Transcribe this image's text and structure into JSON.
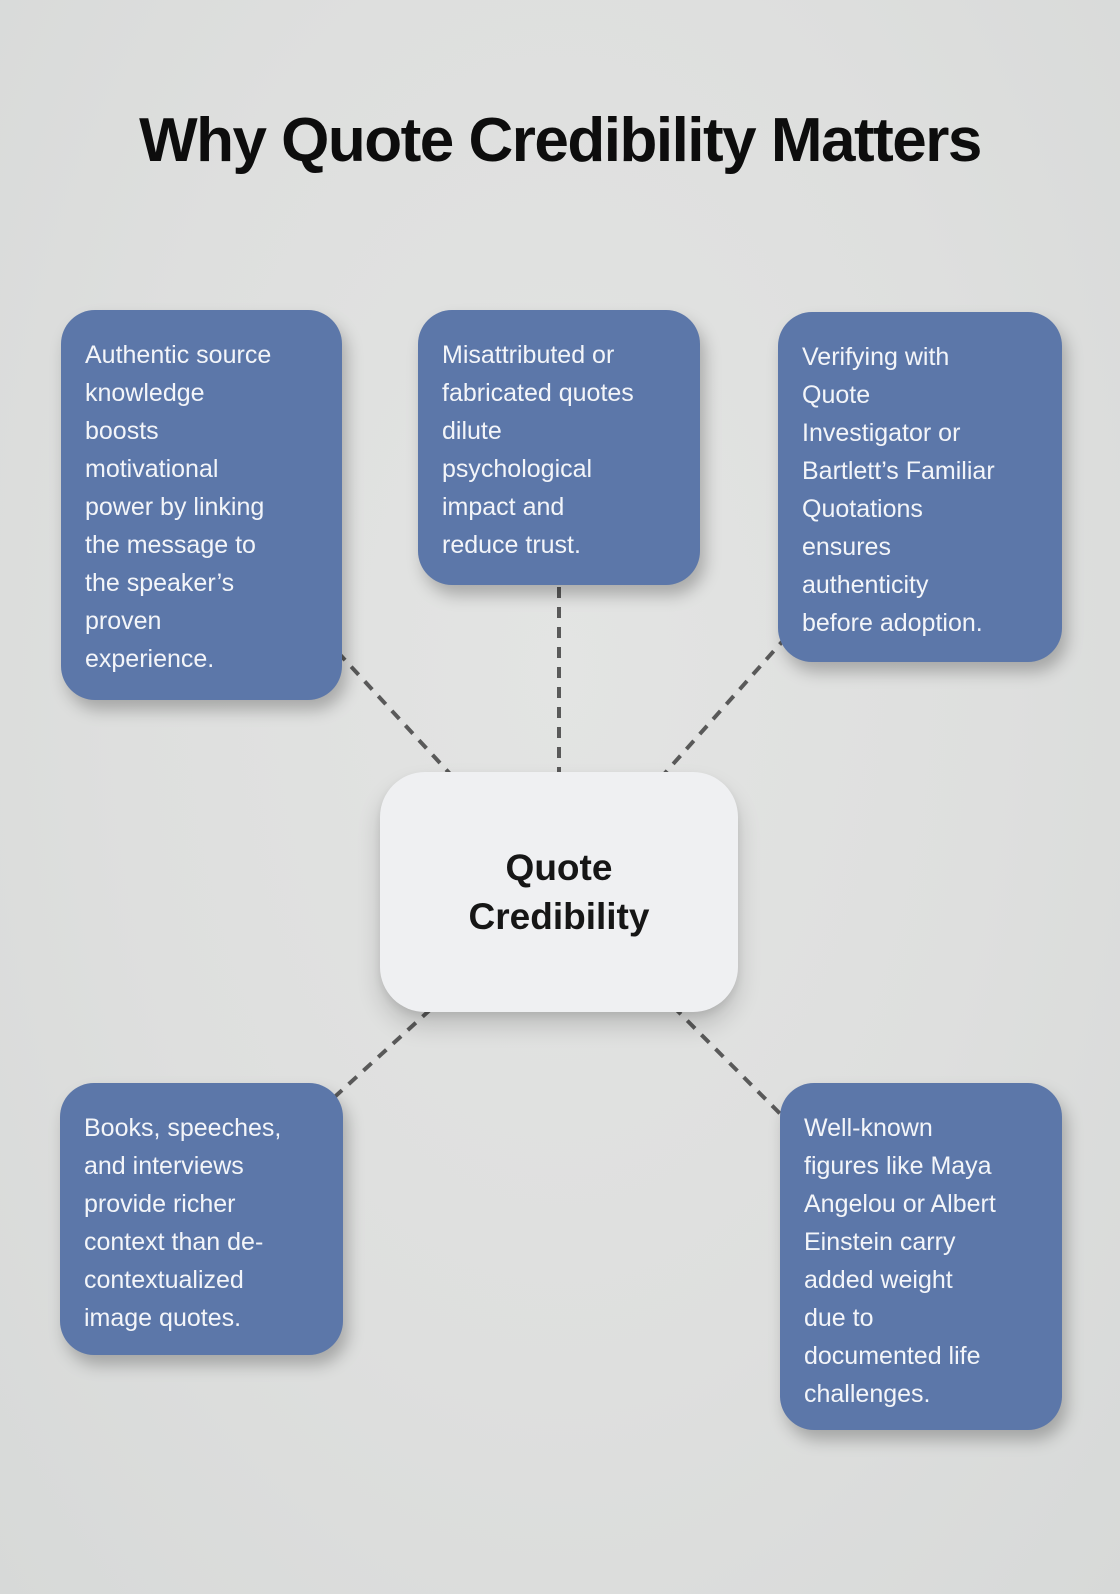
{
  "title": "Why Quote Credibility Matters",
  "center_node": {
    "label": "Quote\nCredibility"
  },
  "nodes": [
    {
      "id": "authentic-source",
      "text": "Authentic source\nknowledge\nboosts\nmotivational\npower by linking\nthe message to\nthe speaker’s\nproven\nexperience."
    },
    {
      "id": "misattributed-quotes",
      "text": "Misattributed or\nfabricated quotes\ndilute\npsychological\nimpact and\nreduce trust."
    },
    {
      "id": "verifying-sources",
      "text": "Verifying with\nQuote\nInvestigator or\nBartlett’s Familiar\nQuotations\nensures\nauthenticity\nbefore adoption."
    },
    {
      "id": "richer-context",
      "text": "Books, speeches,\nand interviews\nprovide richer\ncontext than de-\ncontextualized\nimage quotes."
    },
    {
      "id": "well-known-figures",
      "text": "Well-known\nfigures like Maya\nAngelou or Albert\nEinstein carry\nadded weight\ndue to\ndocumented life\nchallenges."
    }
  ],
  "colors": {
    "background": "#dedfde",
    "node_fill": "#5c77a9",
    "node_text": "#f3f5f9",
    "center_fill": "#eff0f2",
    "center_text": "#161616",
    "connector": "#595959",
    "title_text": "#0d0d0d"
  }
}
